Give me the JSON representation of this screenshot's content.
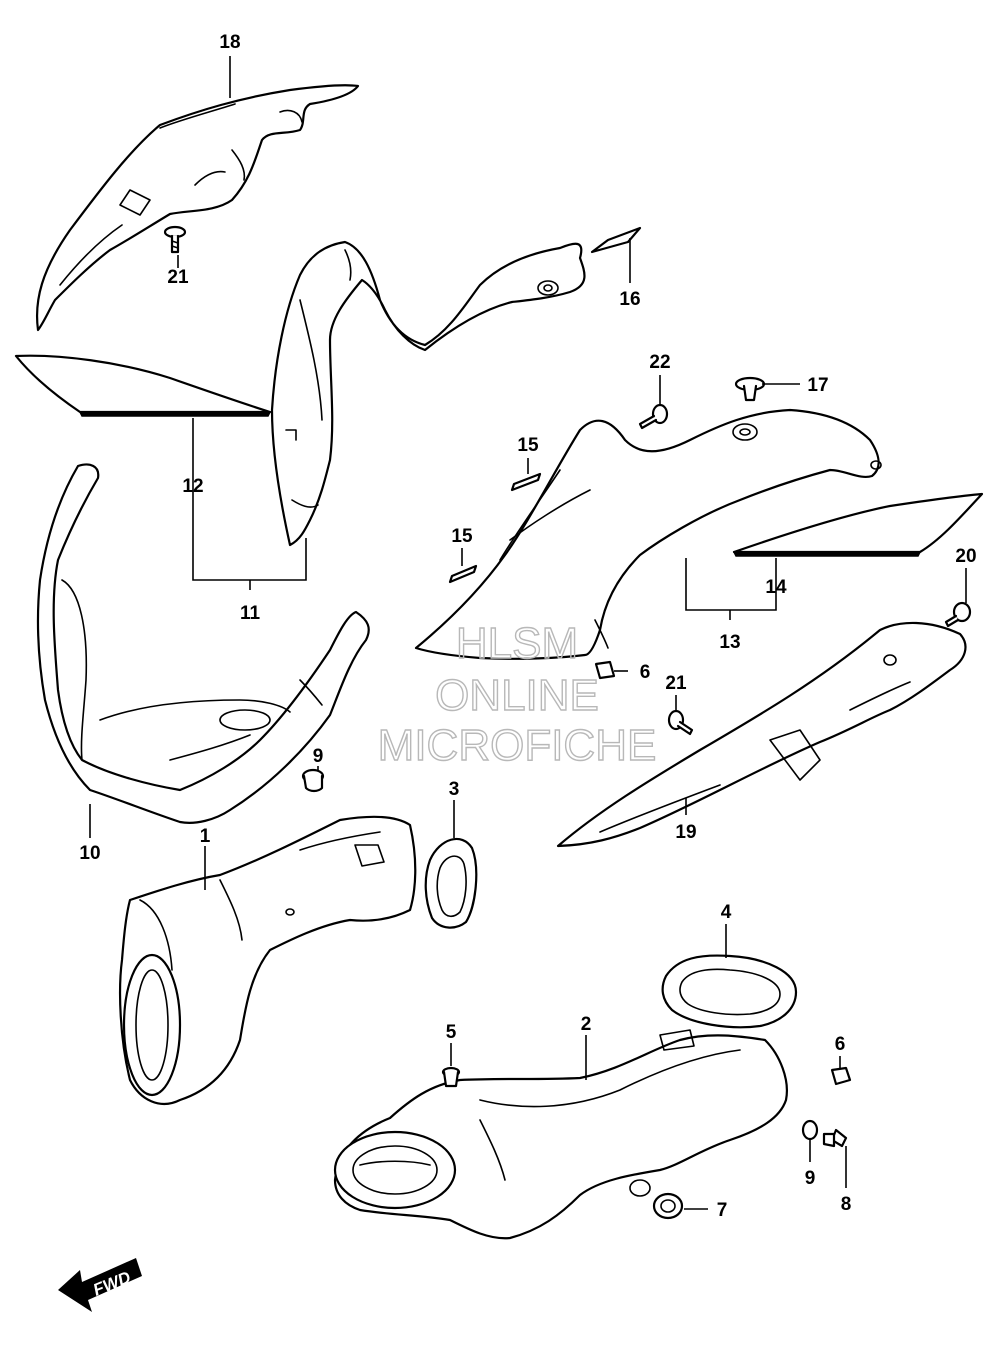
{
  "callouts": [
    {
      "id": "c1",
      "text": "1"
    },
    {
      "id": "c2",
      "text": "2"
    },
    {
      "id": "c3",
      "text": "3"
    },
    {
      "id": "c4",
      "text": "4"
    },
    {
      "id": "c5",
      "text": "5"
    },
    {
      "id": "c6a",
      "text": "6"
    },
    {
      "id": "c6b",
      "text": "6"
    },
    {
      "id": "c7",
      "text": "7"
    },
    {
      "id": "c8",
      "text": "8"
    },
    {
      "id": "c9a",
      "text": "9"
    },
    {
      "id": "c9b",
      "text": "9"
    },
    {
      "id": "c10",
      "text": "10"
    },
    {
      "id": "c11",
      "text": "11"
    },
    {
      "id": "c12",
      "text": "12"
    },
    {
      "id": "c13",
      "text": "13"
    },
    {
      "id": "c14",
      "text": "14"
    },
    {
      "id": "c15a",
      "text": "15"
    },
    {
      "id": "c15b",
      "text": "15"
    },
    {
      "id": "c16",
      "text": "16"
    },
    {
      "id": "c17",
      "text": "17"
    },
    {
      "id": "c18",
      "text": "18"
    },
    {
      "id": "c19",
      "text": "19"
    },
    {
      "id": "c20",
      "text": "20"
    },
    {
      "id": "c21a",
      "text": "21"
    },
    {
      "id": "c21b",
      "text": "21"
    },
    {
      "id": "c22",
      "text": "22"
    }
  ],
  "watermark": {
    "line1": "HLSM",
    "line2": "ONLINE",
    "line3": "MICROFICHE"
  },
  "direction_badge": {
    "label": "FWD"
  }
}
